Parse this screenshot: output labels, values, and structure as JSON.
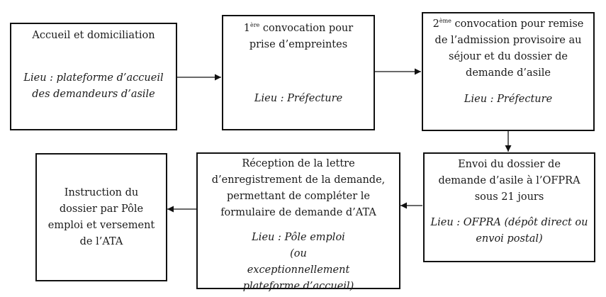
{
  "steps": [
    {
      "title": "Accueil et domiciliation",
      "location": "Lieu : plateforme d’accueil des demandeurs d’asile"
    },
    {
      "title_sup": "ère",
      "title_num": "1",
      "title": "convocation pour prise d’empreintes",
      "location": "Lieu : Préfecture"
    },
    {
      "title_sup": "ème",
      "title_num": "2",
      "title": "convocation pour remise de l’admission provisoire au séjour et du dossier de demande d’asile",
      "location": "Lieu : Préfecture"
    },
    {
      "title": "Envoi du dossier de demande d’asile à l’OFPRA sous 21 jours",
      "location": "Lieu : OFPRA (dépôt direct ou envoi postal)"
    },
    {
      "title": "Réception de la lettre d’enregistrement de la demande, permettant de compléter le formulaire de demande d’ATA",
      "location": "Lieu : Pôle emploi",
      "location_note": "(ou exceptionnellement plateforme d’accueil)"
    },
    {
      "title": "Instruction du dossier par Pôle emploi et versement de l’ATA"
    }
  ],
  "colors": {
    "border": "#111111",
    "text": "#1a1a1a",
    "background": "#ffffff"
  }
}
